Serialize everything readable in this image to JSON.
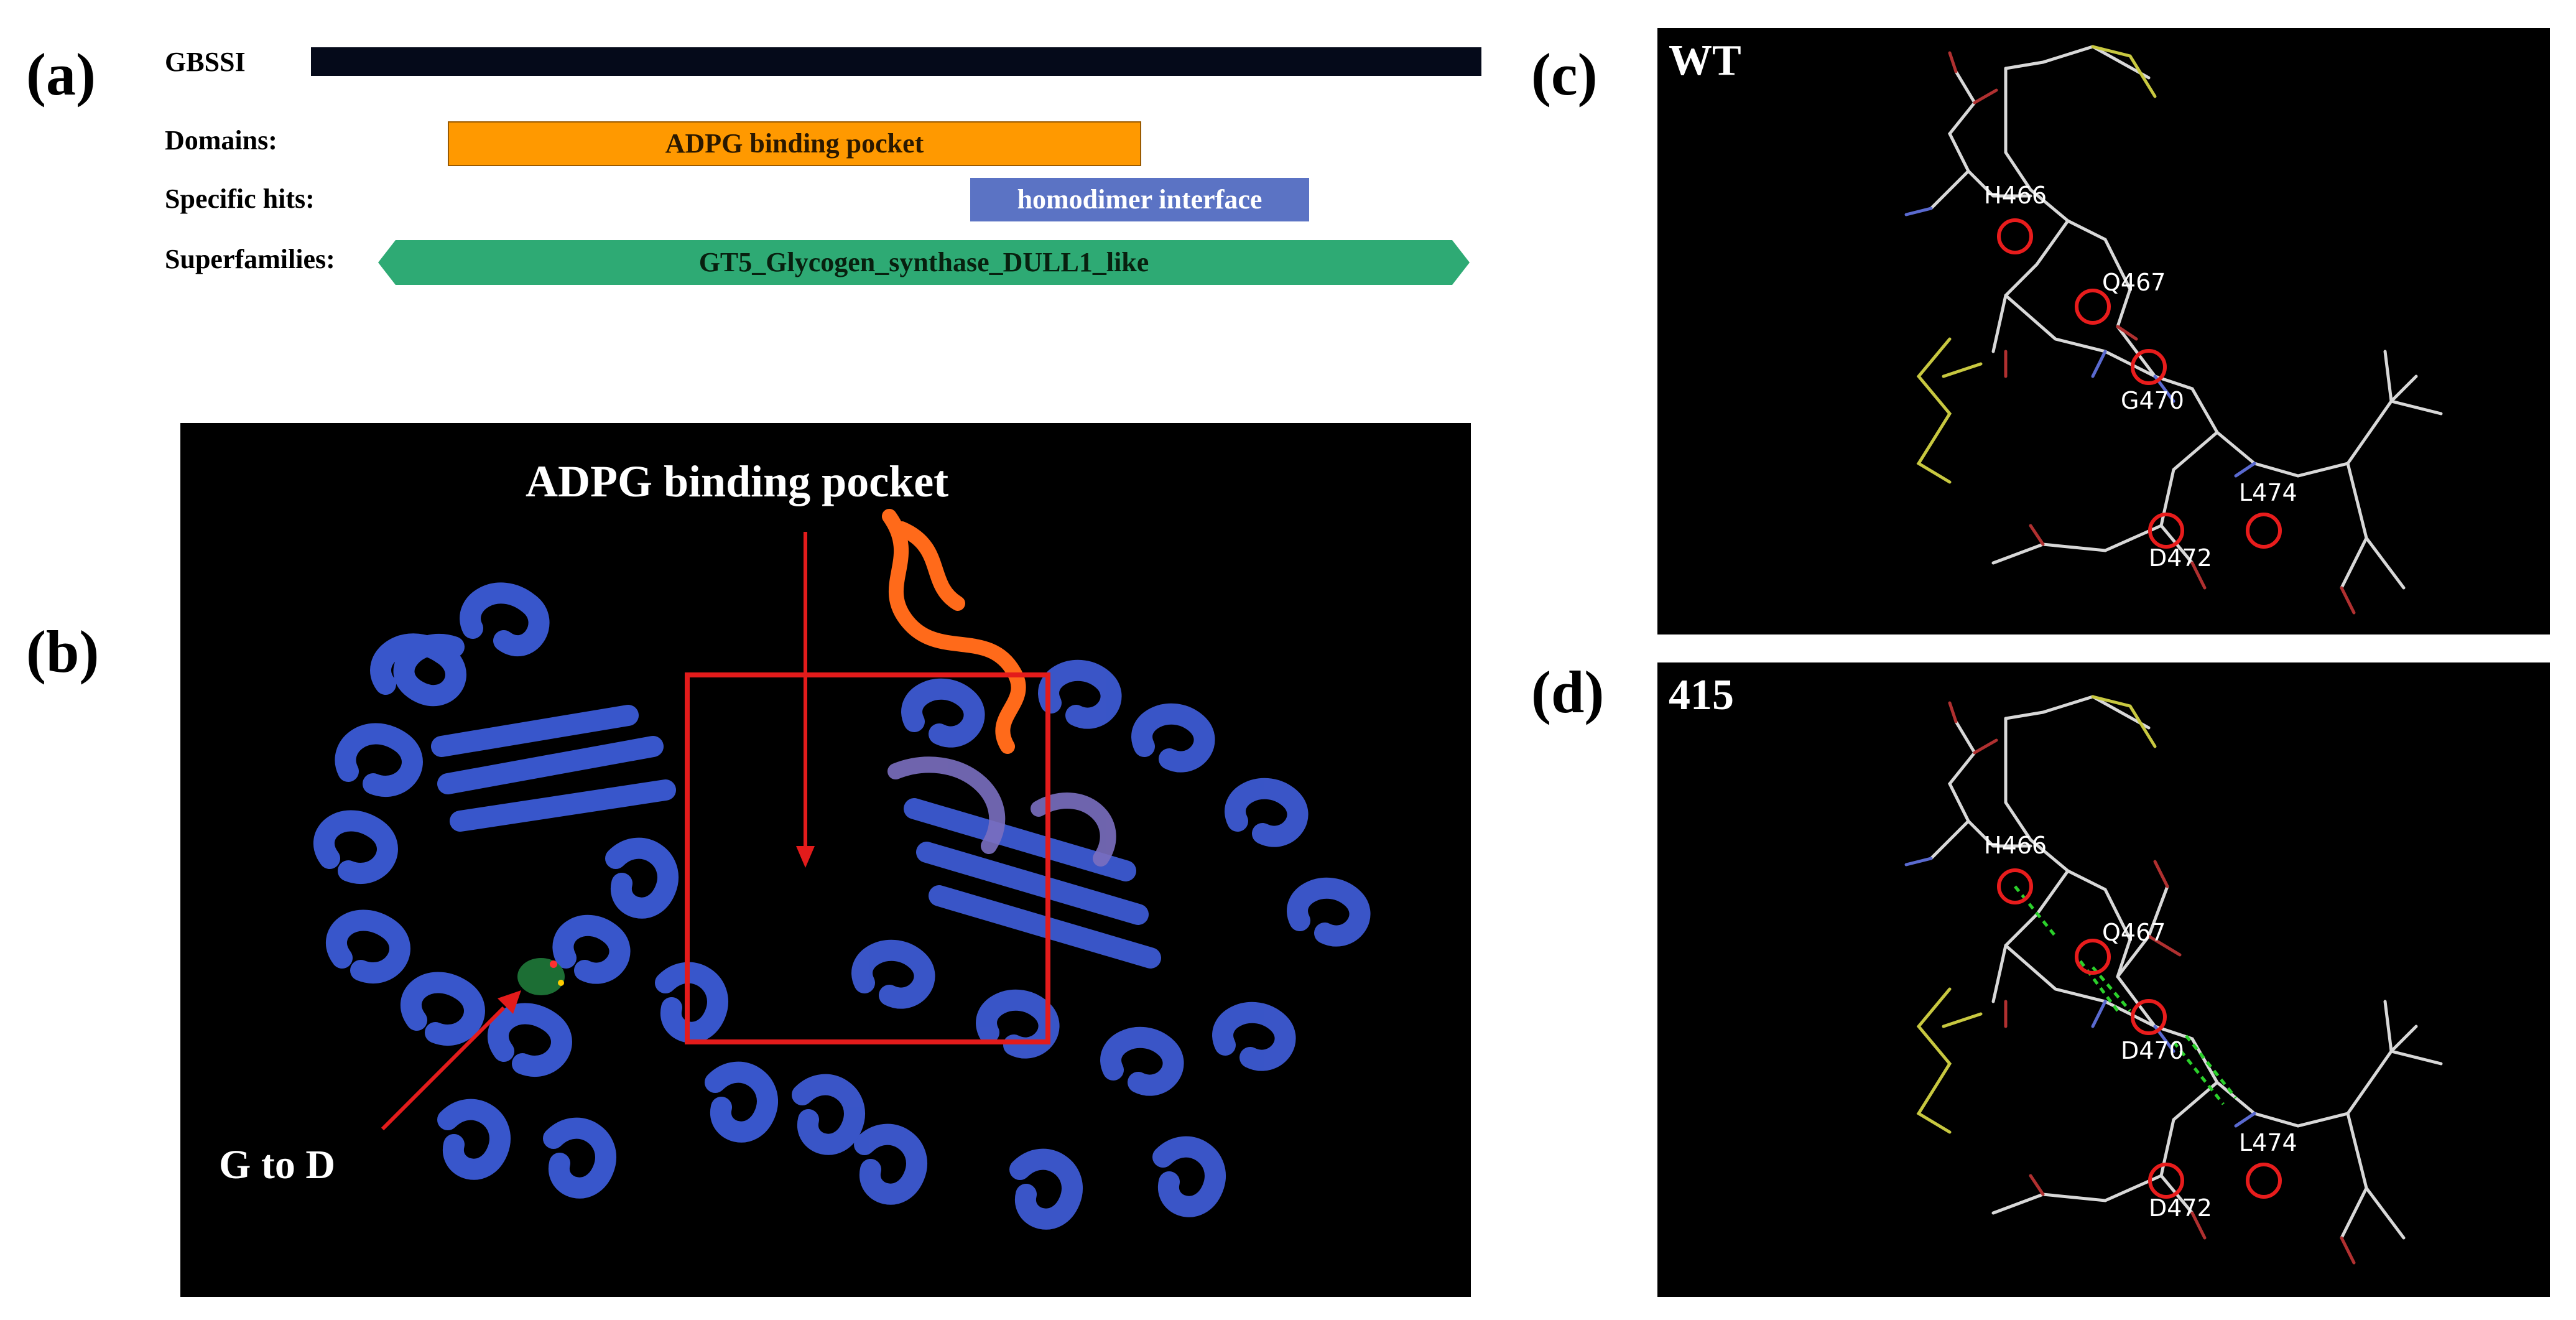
{
  "panel_a": {
    "letter": "(a)",
    "gene_label": "GBSSI",
    "domains_label": "Domains:",
    "specific_hits_label": "Specific hits:",
    "superfamilies_label": "Superfamilies:",
    "domain_bar": {
      "text": "ADPG binding pocket",
      "color": "#ff9900"
    },
    "specific_hit_bar": {
      "text": "homodimer interface",
      "color": "#5b73c4"
    },
    "superfamily_bar": {
      "text": "GT5_Glycogen_synthase_DULL1_like",
      "color": "#2eaa74"
    },
    "gene_bar_color": "#050a1a"
  },
  "panel_b": {
    "letter": "(b)",
    "pocket_label": "ADPG binding pocket",
    "mutation_label": "G to D",
    "protein_color": "#3b5bd6",
    "highlight_color": "#e31b1b"
  },
  "panel_c": {
    "letter": "(c)",
    "title": "WT",
    "residues": [
      "H466",
      "Q467",
      "G470",
      "L474",
      "D472"
    ]
  },
  "panel_d": {
    "letter": "(d)",
    "title": "415",
    "residues": [
      "H466",
      "Q467",
      "D470",
      "L474",
      "D472"
    ]
  }
}
